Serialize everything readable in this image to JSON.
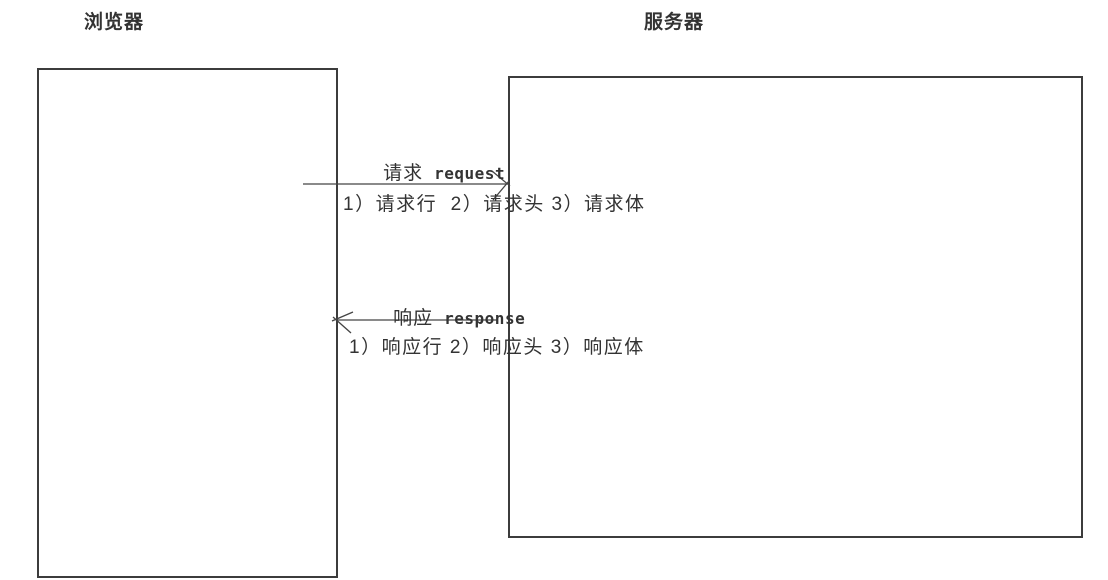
{
  "colors": {
    "background": "#ffffff",
    "text_color": "#333333",
    "border_color": "#3c3c3c",
    "line_color": "#444444"
  },
  "diagram": {
    "browser": {
      "label": "浏览器"
    },
    "server": {
      "label": "服务器"
    },
    "request": {
      "label_cn": "请求",
      "label_en": "request",
      "detail": "1）请求行  2）请求头 3）请求体"
    },
    "response": {
      "label_cn": "响应",
      "label_en": "response",
      "detail": "1）响应行 2）响应头 3）响应体"
    }
  }
}
